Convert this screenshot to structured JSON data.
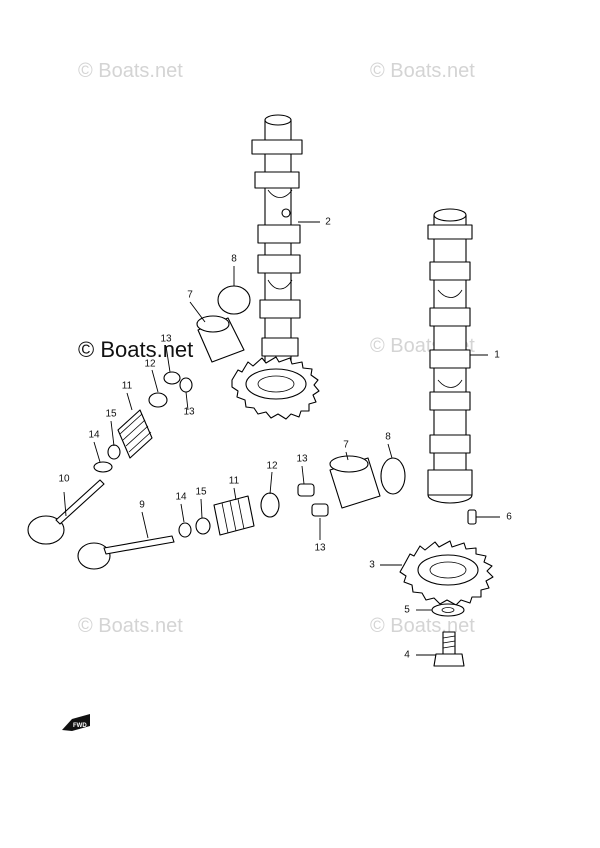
{
  "watermarks": {
    "top_left": "© Boats.net",
    "top_right": "© Boats.net",
    "middle_left": "© Boats.net",
    "middle_right": "© Boats.net",
    "bottom_left": "© Boats.net",
    "bottom_right": "© Boats.net"
  },
  "callouts": {
    "c1": "1",
    "c2": "2",
    "c3": "3",
    "c4": "4",
    "c5": "5",
    "c6": "6",
    "c7a": "7",
    "c7b": "7",
    "c8a": "8",
    "c8b": "8",
    "c9": "9",
    "c10": "10",
    "c11a": "11",
    "c11b": "11",
    "c12a": "12",
    "c12b": "12",
    "c13a": "13",
    "c13b": "13",
    "c13c": "13",
    "c13d": "13",
    "c14a": "14",
    "c14b": "14",
    "c15a": "15",
    "c15b": "15"
  },
  "forward_marker": "FWD"
}
